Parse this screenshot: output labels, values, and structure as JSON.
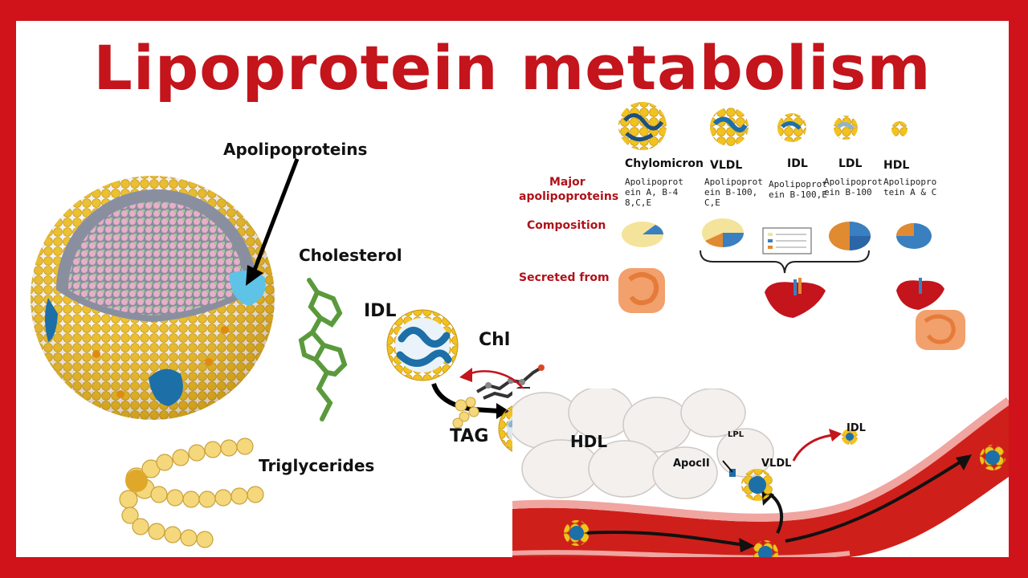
{
  "title": "Lipoprotein metabolism",
  "structure_labels": {
    "apolipoproteins": "Apolipoproteins",
    "cholesterol": "Cholesterol",
    "triglycerides": "Triglycerides"
  },
  "pathway_labels": {
    "idl": "IDL",
    "chl": "Chl",
    "tag": "TAG",
    "hdl": "HDL",
    "lpl": "LPL",
    "apocii": "ApocII",
    "vldl": "VLDL",
    "idl_out": "IDL"
  },
  "table": {
    "row_labels": {
      "major_line1": "Major",
      "major_line2": "apolipoproteins",
      "composition": "Composition",
      "secreted": "Secreted from"
    },
    "classes": [
      {
        "name": "Chylomicron",
        "apolipoproteins": "Apolipoprotein A, B-48,C,E"
      },
      {
        "name": "VLDL",
        "apolipoproteins": "Apolipoprotein B-100,C,E"
      },
      {
        "name": "IDL",
        "apolipoproteins": "Apolipoprotein B-100,E"
      },
      {
        "name": "LDL",
        "apolipoproteins": "Apolipoprotein B-100"
      },
      {
        "name": "HDL",
        "apolipoproteins": "Apolipoprotein A & C"
      }
    ]
  },
  "colors": {
    "frame": "#d0121b",
    "title": "#c4141c",
    "shell_yellow": "#f2c31f",
    "apoprotein_blue": "#1d6fa8",
    "vessel_red": "#cf1f1a"
  }
}
